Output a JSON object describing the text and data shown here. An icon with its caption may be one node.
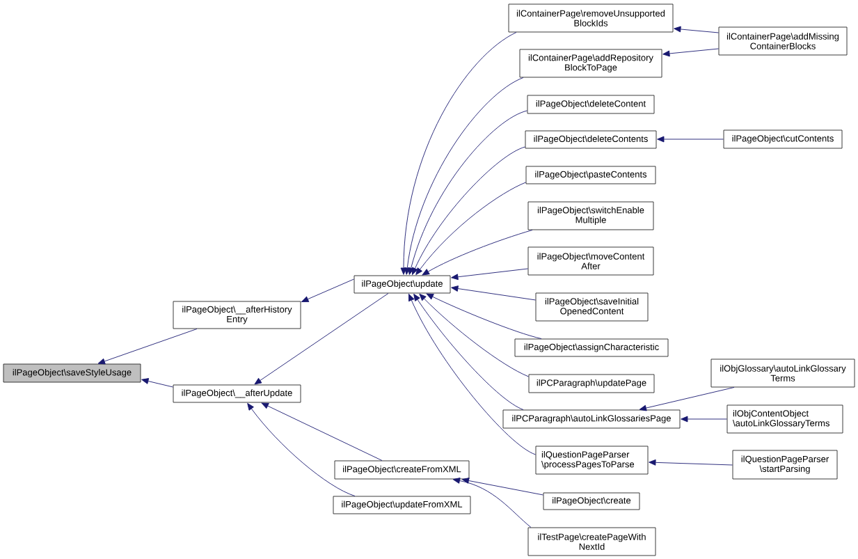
{
  "diagram": {
    "nodes": [
      {
        "text": [
          "ilPageObject\\saveStyleUsage"
        ]
      },
      {
        "text": [
          "ilPageObject\\__afterHistory Entry"
        ]
      },
      {
        "text": [
          "ilPageObject\\__afterUpdate"
        ]
      },
      {
        "text": [
          "ilPageObject\\update"
        ]
      },
      {
        "text": [
          "ilPageObject\\createFromXML"
        ]
      },
      {
        "text": [
          "ilPageObject\\updateFromXML"
        ]
      },
      {
        "text": [
          "ilContainerPage\\removeUnsupported BlockIds"
        ]
      },
      {
        "text": [
          "ilContainerPage\\addRepository BlockToPage"
        ]
      },
      {
        "text": [
          "ilPageObject\\deleteContent"
        ]
      },
      {
        "text": [
          "ilPageObject\\deleteContents"
        ]
      },
      {
        "text": [
          "ilPageObject\\pasteContents"
        ]
      },
      {
        "text": [
          "ilPageObject\\switchEnable Multiple"
        ]
      },
      {
        "text": [
          "ilPageObject\\moveContent After"
        ]
      },
      {
        "text": [
          "ilPageObject\\saveInitial OpenedContent"
        ]
      },
      {
        "text": [
          "ilPageObject\\assignCharacteristic"
        ]
      },
      {
        "text": [
          "ilPCParagraph\\updatePage"
        ]
      },
      {
        "text": [
          "ilPCParagraph\\autoLinkGlossariesPage"
        ]
      },
      {
        "text": [
          "ilQuestionPageParser \\processPagesToParse"
        ]
      },
      {
        "text": [
          "ilPageObject\\create"
        ]
      },
      {
        "text": [
          "ilTestPage\\createPageWith NextId"
        ]
      },
      {
        "text": [
          "ilContainerPage\\addMissing ContainerBlocks"
        ]
      },
      {
        "text": [
          "ilPageObject\\cutContents"
        ]
      },
      {
        "text": [
          "ilObjGlossary\\autoLinkGlossary Terms"
        ]
      },
      {
        "text": [
          "ilObjContentObject \\autoLinkGlossaryTerms"
        ]
      },
      {
        "text": [
          "ilQuestionPageParser \\startParsing"
        ]
      }
    ],
    "edges": [
      {
        "from": 1,
        "to": 0,
        "arrow": "to"
      },
      {
        "from": 2,
        "to": 0,
        "arrow": "to"
      },
      {
        "from": 3,
        "to": 1,
        "arrow": "to"
      },
      {
        "from": 3,
        "to": 2,
        "arrow": "to"
      },
      {
        "from": 4,
        "to": 2,
        "arrow": "to"
      },
      {
        "from": 5,
        "to": 2,
        "arrow": "to"
      },
      {
        "from": 6,
        "to": 3,
        "arrow": "to"
      },
      {
        "from": 7,
        "to": 3,
        "arrow": "to"
      },
      {
        "from": 8,
        "to": 3,
        "arrow": "to"
      },
      {
        "from": 9,
        "to": 3,
        "arrow": "to"
      },
      {
        "from": 10,
        "to": 3,
        "arrow": "to"
      },
      {
        "from": 11,
        "to": 3,
        "arrow": "to"
      },
      {
        "from": 12,
        "to": 3,
        "arrow": "to"
      },
      {
        "from": 13,
        "to": 3,
        "arrow": "to"
      },
      {
        "from": 14,
        "to": 3,
        "arrow": "to"
      },
      {
        "from": 15,
        "to": 3,
        "arrow": "to"
      },
      {
        "from": 16,
        "to": 3,
        "arrow": "to"
      },
      {
        "from": 17,
        "to": 3,
        "arrow": "to"
      },
      {
        "from": 18,
        "to": 4,
        "arrow": "to"
      },
      {
        "from": 19,
        "to": 4,
        "arrow": "to"
      },
      {
        "from": 20,
        "to": 6,
        "arrow": "to"
      },
      {
        "from": 20,
        "to": 7,
        "arrow": "to"
      },
      {
        "from": 21,
        "to": 9,
        "arrow": "to"
      },
      {
        "from": 22,
        "to": 16,
        "arrow": "to"
      },
      {
        "from": 23,
        "to": 16,
        "arrow": "to"
      },
      {
        "from": 24,
        "to": 17,
        "arrow": "to"
      }
    ]
  }
}
